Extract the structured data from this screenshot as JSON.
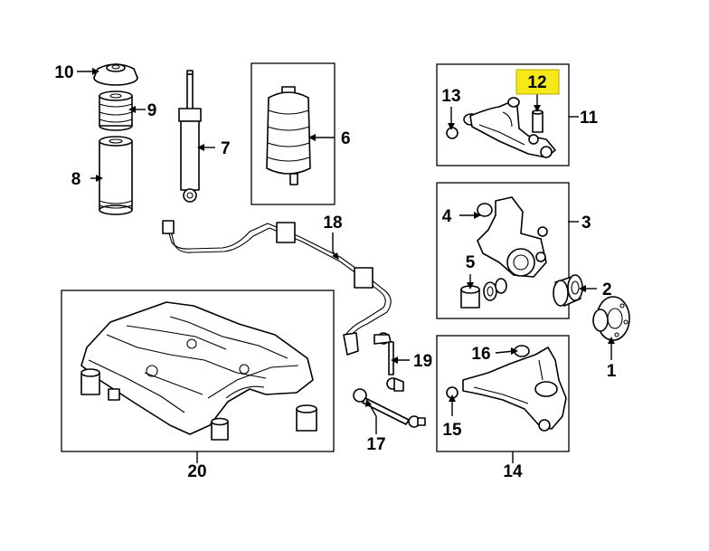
{
  "diagram": {
    "callouts": {
      "c1": "1",
      "c2": "2",
      "c3": "3",
      "c4": "4",
      "c5": "5",
      "c6": "6",
      "c7": "7",
      "c8": "8",
      "c9": "9",
      "c10": "10",
      "c11": "11",
      "c12": "12",
      "c13": "13",
      "c14": "14",
      "c15": "15",
      "c16": "16",
      "c17": "17",
      "c18": "18",
      "c19": "19",
      "c20": "20"
    },
    "highlighted_callout": "12",
    "highlight_color": "#f7e81a",
    "line_color": "#000000",
    "background_color": "#ffffff"
  }
}
